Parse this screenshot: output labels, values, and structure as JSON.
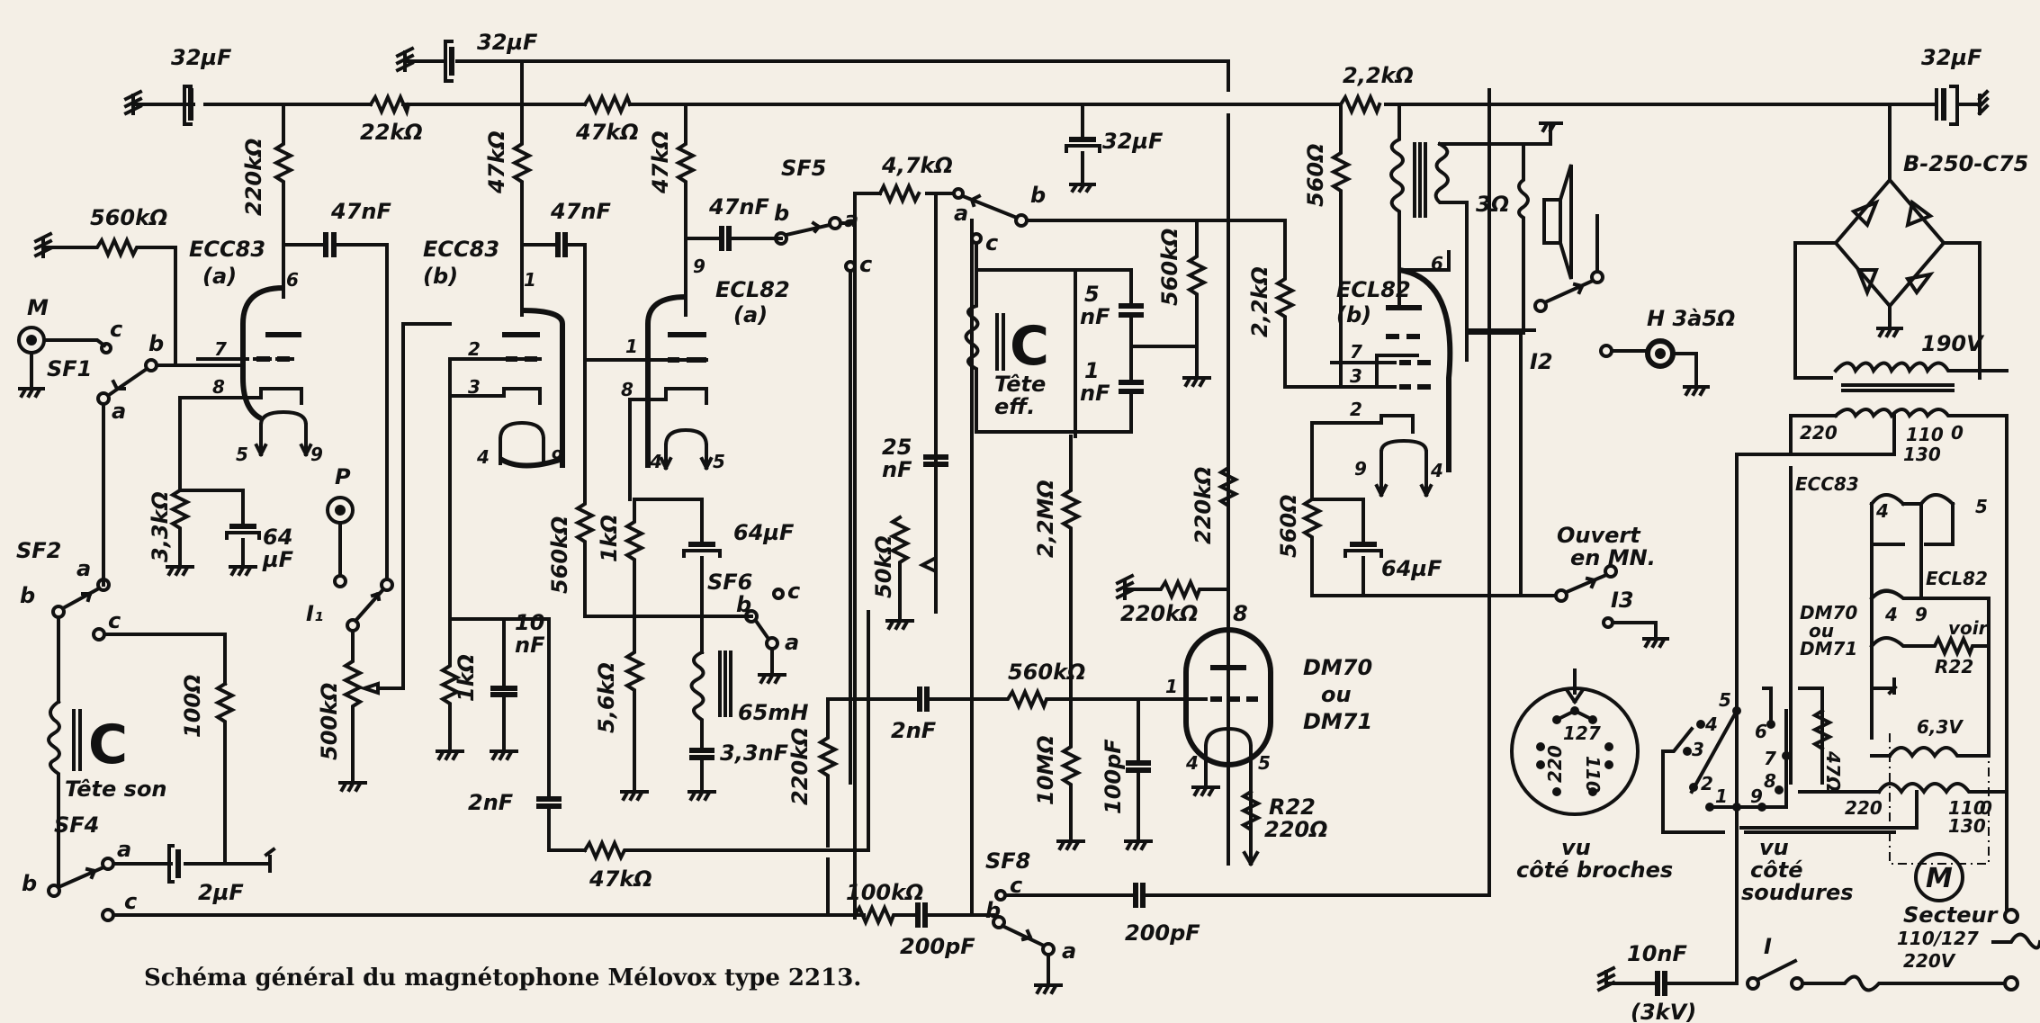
{
  "caption": "Schéma général du magnétophone Mélovox type 2213.",
  "tubes": {
    "v1": {
      "name": "ECC83",
      "section": "(a)",
      "pins": {
        "plate": "6",
        "grid": "7",
        "cathode": "8",
        "heater_l": "5",
        "heater_r": "9"
      }
    },
    "v2": {
      "name": "ECC83",
      "section": "(b)",
      "pins": {
        "plate": "1",
        "grid": "2",
        "cathode": "3",
        "heater_l": "4",
        "heater_r": "9"
      }
    },
    "v3": {
      "name": "ECL82",
      "section": "(a)",
      "pins": {
        "plate": "9",
        "grid": "1",
        "cathode": "8",
        "heater_l": "4",
        "heater_r": "5"
      }
    },
    "v4": {
      "name": "ECL82",
      "section": "(b)",
      "pins": {
        "plate": "6",
        "g2": "7",
        "g1": "3",
        "cathode": "2",
        "heater_l": "9",
        "heater_r": "4"
      }
    },
    "v5": {
      "name1": "DM70",
      "or": "ou",
      "name2": "DM71",
      "pins": {
        "plate": "8",
        "grid": "1",
        "f1": "4",
        "f2": "5"
      }
    }
  },
  "components": {
    "c_32uF_a": "32µF",
    "c_32uF_b": "32µF",
    "c_32uF_c": "32µF",
    "c_32uF_d": "32µF",
    "r_22k": "22kΩ",
    "r_47k_top": "47kΩ",
    "r_220k_v1": "220kΩ",
    "r_47k_v2": "47kΩ",
    "r_47k_v3": "47kΩ",
    "c_47nF_1": "47nF",
    "c_47nF_2": "47nF",
    "c_47nF_3": "47nF",
    "r_560k_in": "560kΩ",
    "r_3_3k": "3,3kΩ",
    "c_64uF_1a": "64",
    "c_64uF_1b": "µF",
    "r_4_7k": "4,7kΩ",
    "r_560k_g3": "560kΩ",
    "r_1k_v3": "1kΩ",
    "c_64uF_2": "64µF",
    "r_5_6k": "5,6kΩ",
    "l_65mH": "65mH",
    "c_3_3nF": "3,3nF",
    "r_1k_v2": "1kΩ",
    "c_10nF": "10",
    "c_10nF_b": "nF",
    "pot_500k": "500kΩ",
    "r_100": "100Ω",
    "c_2uF": "2µF",
    "c_2nF_a": "2nF",
    "r_47k_fb": "47kΩ",
    "c_25nF_a": "25",
    "c_25nF_b": "nF",
    "pot_50k": "50kΩ",
    "r_220k_bias": "220kΩ",
    "c_2nF_b": "2nF",
    "r_560k_dm": "560kΩ",
    "r_2_2M": "2,2MΩ",
    "r_10M": "10MΩ",
    "c_100pF": "100pF",
    "r_100k": "100kΩ",
    "c_200pF_a": "200pF",
    "c_200pF_b": "200pF",
    "c_5nF_a": "5",
    "c_5nF_b": "nF",
    "c_1nF_a": "1",
    "c_1nF_b": "nF",
    "r_560k_osc": "560kΩ",
    "r_2_2k_g": "2,2kΩ",
    "r_220k_dm": "220kΩ",
    "r_220k_dm_g": "220kΩ",
    "r22_a": "R22",
    "r22_b": "220Ω",
    "r_2_2k_top": "2,2kΩ",
    "r_560_top": "560Ω",
    "r_560_k": "560Ω",
    "c_64uF_3": "64µF",
    "spk_3": "3Ω",
    "h_jack": "H  3à5Ω",
    "bridge": "B-250-C75",
    "v_190": "190V",
    "tr_220": "220",
    "tr_110": "110",
    "tr_130": "130",
    "tr_0": "0",
    "r_47": "47Ω",
    "v_6_3": "6,3V",
    "c_10nF_hv": "10nF",
    "c_3kv": "(3kV)",
    "r22_ref": "R22",
    "voir": "voir"
  },
  "labels": {
    "mic": "M",
    "sf1": "SF1",
    "sf2": "SF2",
    "sf4": "SF4",
    "sf5": "SF5",
    "sf6": "SF6",
    "sf8": "SF8",
    "a": "a",
    "b": "b",
    "c": "c",
    "pickup": "P",
    "i1": "I₁",
    "i2": "I2",
    "i3": "I3",
    "i_main": "I",
    "head_c": "C",
    "tete_son": "Tête son",
    "tete_eff_1": "Tête",
    "tete_eff_2": "eff.",
    "ouvert1": "Ouvert",
    "ouvert2": "en MN.",
    "vu1": "vu",
    "cote_broches": "côté broches",
    "vu2": "vu",
    "cote2": "côté",
    "soudures": "soudures",
    "motor": "M",
    "secteur": "Secteur",
    "secteur_v1": "110/127",
    "secteur_v2": "220V",
    "heater_ecc83": "ECC83",
    "heater_ecl82": "ECL82",
    "heater_dm1": "DM70",
    "heater_dm2": "ou",
    "heater_dm3": "DM71",
    "heater_pin_4a": "4",
    "heater_pin_5": "5",
    "heater_pin_4b": "4",
    "heater_pin_9": "9",
    "sel_127": "127",
    "sel_220": "220",
    "sel_110": "110",
    "sw_1": "1",
    "sw_2": "2",
    "sw_3": "3",
    "sw_4": "4",
    "sw_5": "5",
    "sw_6": "6",
    "sw_7": "7",
    "sw_8": "8",
    "sw_9": "9"
  }
}
